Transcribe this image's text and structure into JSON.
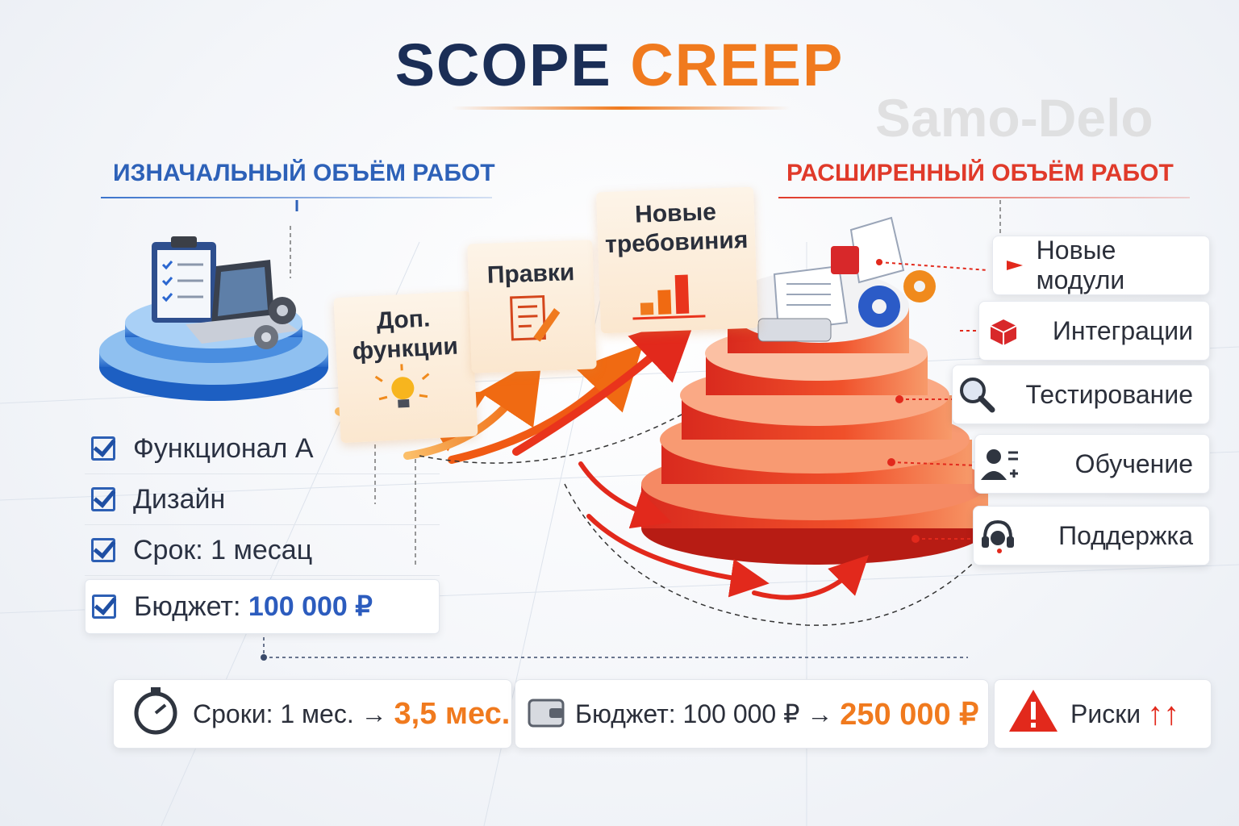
{
  "title": {
    "part1": "SCOPE",
    "part2": "CREEP"
  },
  "watermark": "Samo-Delo",
  "left_section": {
    "heading": "ИЗНАЧАЛЬНЫЙ ОБЪЁМ РАБОТ",
    "items": [
      {
        "text": "Функционал А"
      },
      {
        "text": "Дизайн"
      },
      {
        "text": "Срок: 1 месац"
      },
      {
        "label": "Бюджет:",
        "value": "100 000 ₽"
      }
    ]
  },
  "steps": [
    {
      "label": "Доп. функции"
    },
    {
      "label": "Правки"
    },
    {
      "label": "Новые требовиния"
    }
  ],
  "right_section": {
    "heading": "РАСШИРЕННЫЙ ОБЪЁМ РАБОТ",
    "items": [
      {
        "label": "Новые модули",
        "icon": "arrow-marker-icon"
      },
      {
        "label": "Интеграции",
        "icon": "cube-icon"
      },
      {
        "label": "Тестирование",
        "icon": "magnifier-icon"
      },
      {
        "label": "Обучение",
        "icon": "user-add-icon"
      },
      {
        "label": "Поддержка",
        "icon": "headset-icon"
      }
    ]
  },
  "summary": {
    "time": {
      "label": "Сроки: 1 мес. →",
      "value": "3,5 мес."
    },
    "budget": {
      "label": "Бюджет: 100 000 ₽ →",
      "value": "250 000 ₽"
    },
    "risks": {
      "label": "Риски",
      "arrows": "↑↑"
    }
  },
  "colors": {
    "navy": "#1b2e56",
    "orange": "#f07a1e",
    "blue": "#2d61b8",
    "red": "#e03a2a"
  }
}
